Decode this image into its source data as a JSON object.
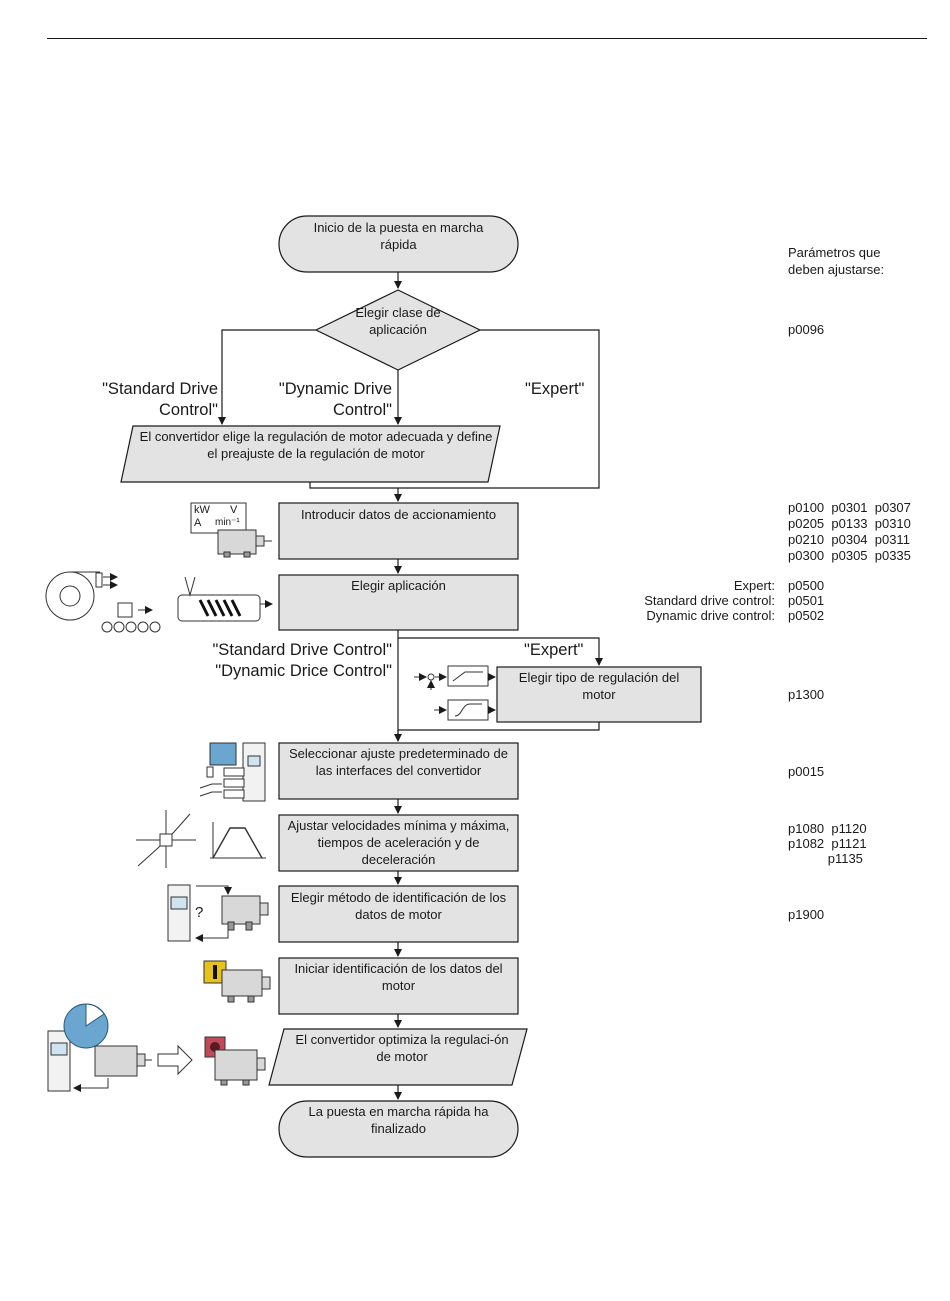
{
  "flow": {
    "start": "Inicio de la puesta en marcha rápida",
    "decision": "Elegir clase de aplicación",
    "branch_labels": {
      "standard": "\"Standard Drive Control\"",
      "dynamic": "\"Dynamic Drive Control\"",
      "expert": "\"Expert\""
    },
    "converter_select": "El convertidor elige la regulación de motor adecuada y define el preajuste de la regulación de motor",
    "step_drive_data": "Introducir datos de accionamiento",
    "step_application": "Elegir aplicación",
    "branch2_left_1": "\"Standard Drive Control\"",
    "branch2_left_2": "\"Dynamic Drice Control\"",
    "branch2_expert": "\"Expert\"",
    "step_control_type": "Elegir tipo de regulación del motor",
    "step_interfaces": "Seleccionar ajuste predeterminado de las interfaces del convertidor",
    "step_speeds": "Ajustar velocidades mínima y máxima, tiempos de aceleración y de deceleración",
    "step_ident_method": "Elegir método de identificación de los datos de motor",
    "step_ident_start": "Iniciar identificación de los datos del motor",
    "step_optimize": "El convertidor optimiza la regulaci-ón de motor",
    "end": "La puesta en marcha rápida ha finalizado"
  },
  "icons": {
    "nameplate_kw": "kW",
    "nameplate_v": "V",
    "nameplate_a": "A",
    "nameplate_min": "min⁻¹",
    "question_mark": "?"
  },
  "params": {
    "header_1": "Parámetros que",
    "header_2": "deben ajustarse:",
    "p_decision": "p0096",
    "drive_data": [
      "p0100  p0301  p0307",
      "p0205  p0133  p0310",
      "p0210  p0304  p0311",
      "p0300  p0305  p0335"
    ],
    "app_labels": [
      "Expert:",
      "Standard drive control:",
      "Dynamic drive control:"
    ],
    "app_values": [
      "p0500",
      "p0501",
      "p0502"
    ],
    "p_control": "p1300",
    "p_interfaces": "p0015",
    "speeds": [
      "p1080  p1120",
      "p1082  p1121",
      "           p1135"
    ],
    "p_ident": "p1900"
  },
  "colors": {
    "box_fill": "#e3e3e3",
    "line": "#1a1a1a",
    "clock_blue": "#6aa6cf"
  }
}
